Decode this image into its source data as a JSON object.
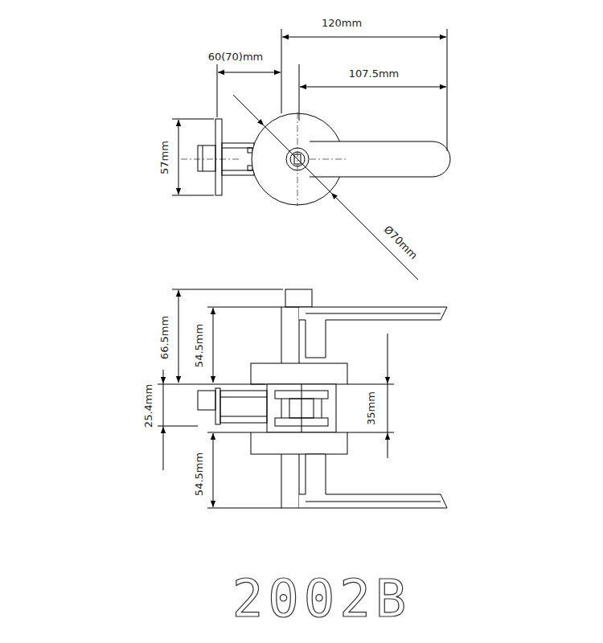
{
  "diagram": {
    "title": "2002B",
    "labels": [
      "120mm",
      "60(70)mm",
      "107.5mm",
      "57mm",
      "Ø70mm",
      "66.5mm",
      "54.5mm",
      "25.4mm",
      "35mm",
      "54.5mm"
    ]
  }
}
